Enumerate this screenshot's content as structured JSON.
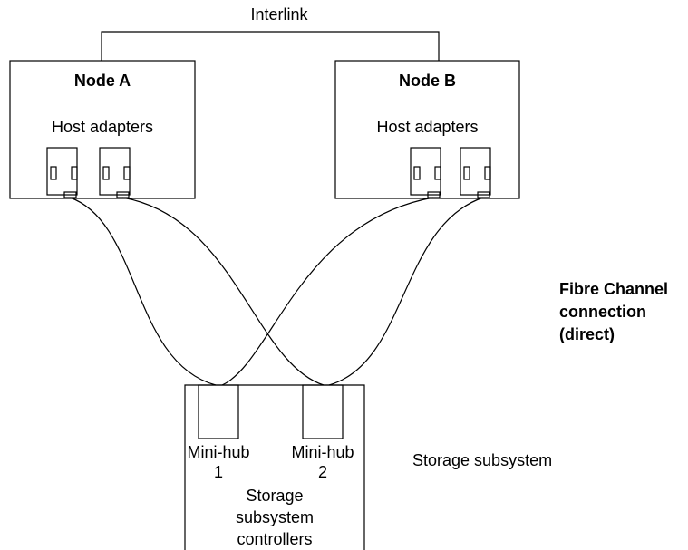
{
  "interlink": "Interlink",
  "node_a": {
    "title": "Node A",
    "subtitle": "Host adapters"
  },
  "node_b": {
    "title": "Node B",
    "subtitle": "Host adapters"
  },
  "fibre": {
    "line1": "Fibre Channel",
    "line2": "connection",
    "line3": "(direct)"
  },
  "storage": {
    "hub1": {
      "line1": "Mini-hub",
      "line2": "1"
    },
    "hub2": {
      "line1": "Mini-hub",
      "line2": "2"
    },
    "controllers": {
      "line1": "Storage",
      "line2": "subsystem",
      "line3": "controllers"
    },
    "label": "Storage subsystem"
  }
}
